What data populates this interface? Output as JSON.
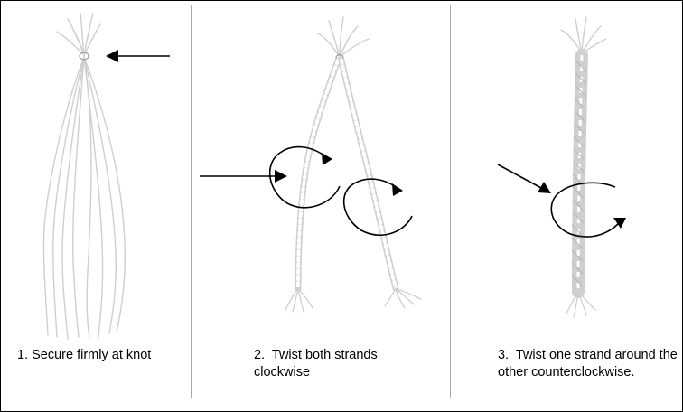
{
  "steps": [
    {
      "number": "1.",
      "text": "Secure firmly at knot"
    },
    {
      "number": "2.",
      "text": "Twist both strands clockwise"
    },
    {
      "number": "3.",
      "text": "Twist one strand around the other counterclockwise."
    }
  ],
  "colors": {
    "strand": "#cfcfcf",
    "strand_dark": "#9a9a9a",
    "arrow": "#000000",
    "divider": "#a8a8a8",
    "border": "#000000"
  }
}
